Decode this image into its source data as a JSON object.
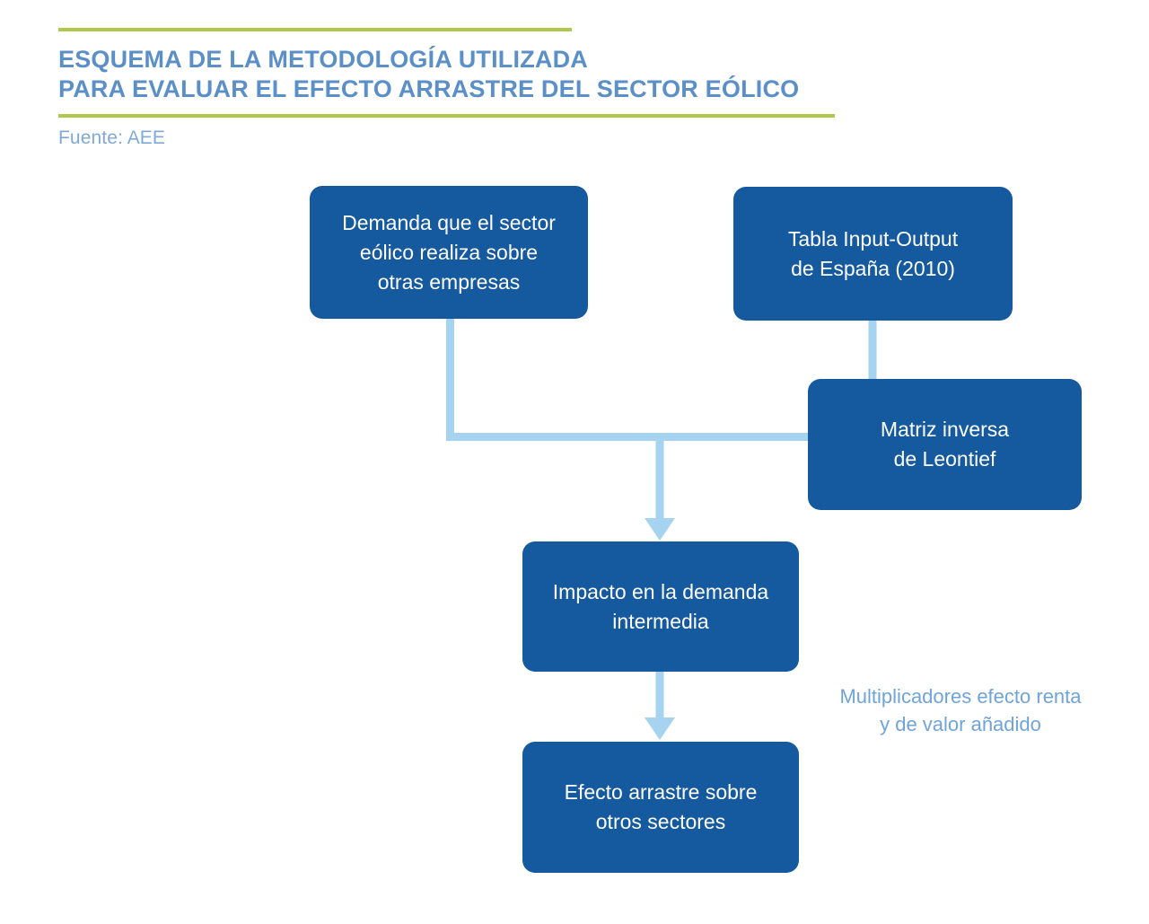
{
  "header": {
    "title_line_1": "ESQUEMA DE LA METODOLOGÍA UTILIZADA",
    "title_line_2": "PARA EVALUAR EL EFECTO ARRASTRE DEL SECTOR EÓLICO",
    "source": "Fuente: AEE",
    "rule_color": "#AFC84B",
    "title_color": "#5B8FC7"
  },
  "diagram": {
    "type": "flowchart",
    "node_fill": "#15599F",
    "node_text_color": "#FFFFFF",
    "connector_color": "#A6D3EF",
    "nodes": [
      {
        "id": "demanda",
        "label": "Demanda que el sector\neólico realiza sobre\notras empresas"
      },
      {
        "id": "tabla",
        "label": "Tabla Input-Output\nde España (2010)"
      },
      {
        "id": "leontief",
        "label": "Matriz inversa\nde Leontief"
      },
      {
        "id": "impacto",
        "label": "Impacto en la demanda\nintermedia"
      },
      {
        "id": "efecto",
        "label": "Efecto arrastre sobre\notros sectores"
      }
    ],
    "edges": [
      {
        "from": "demanda",
        "to": "impacto",
        "arrow": true
      },
      {
        "from": "tabla",
        "to": "leontief",
        "arrow": false
      },
      {
        "from": "leontief",
        "to": "impacto",
        "arrow": true
      },
      {
        "from": "impacto",
        "to": "efecto",
        "arrow": true
      }
    ],
    "annotation": "Multiplicadores efecto renta\ny de valor añadido",
    "annotation_color": "#6FA4D9"
  }
}
